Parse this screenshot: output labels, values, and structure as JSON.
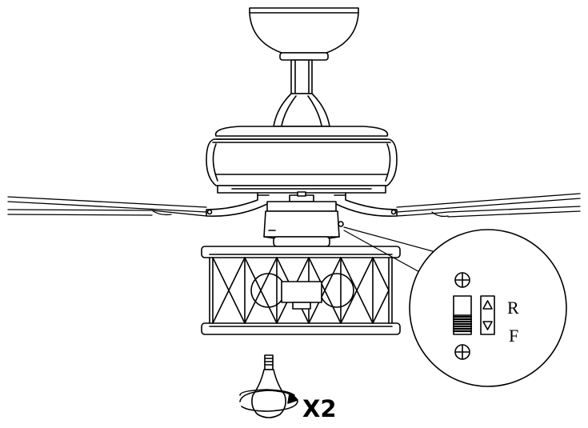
{
  "diagram": {
    "switch_labels": {
      "reverse": "R",
      "forward": "F"
    },
    "bulb_quantity": "X2",
    "icons": {
      "canopy": "ceiling-canopy",
      "downrod": "downrod",
      "motor": "fan-motor-housing",
      "blades": "fan-blade",
      "switch_housing": "switch-housing",
      "light_kit": "light-kit-cage",
      "bulb": "light-bulb",
      "install_arrow": "rotate-arrow",
      "direction_switch": "slide-switch",
      "screw": "phillips-screw"
    },
    "colors": {
      "line": "#000000",
      "fill": "#ffffff"
    }
  }
}
